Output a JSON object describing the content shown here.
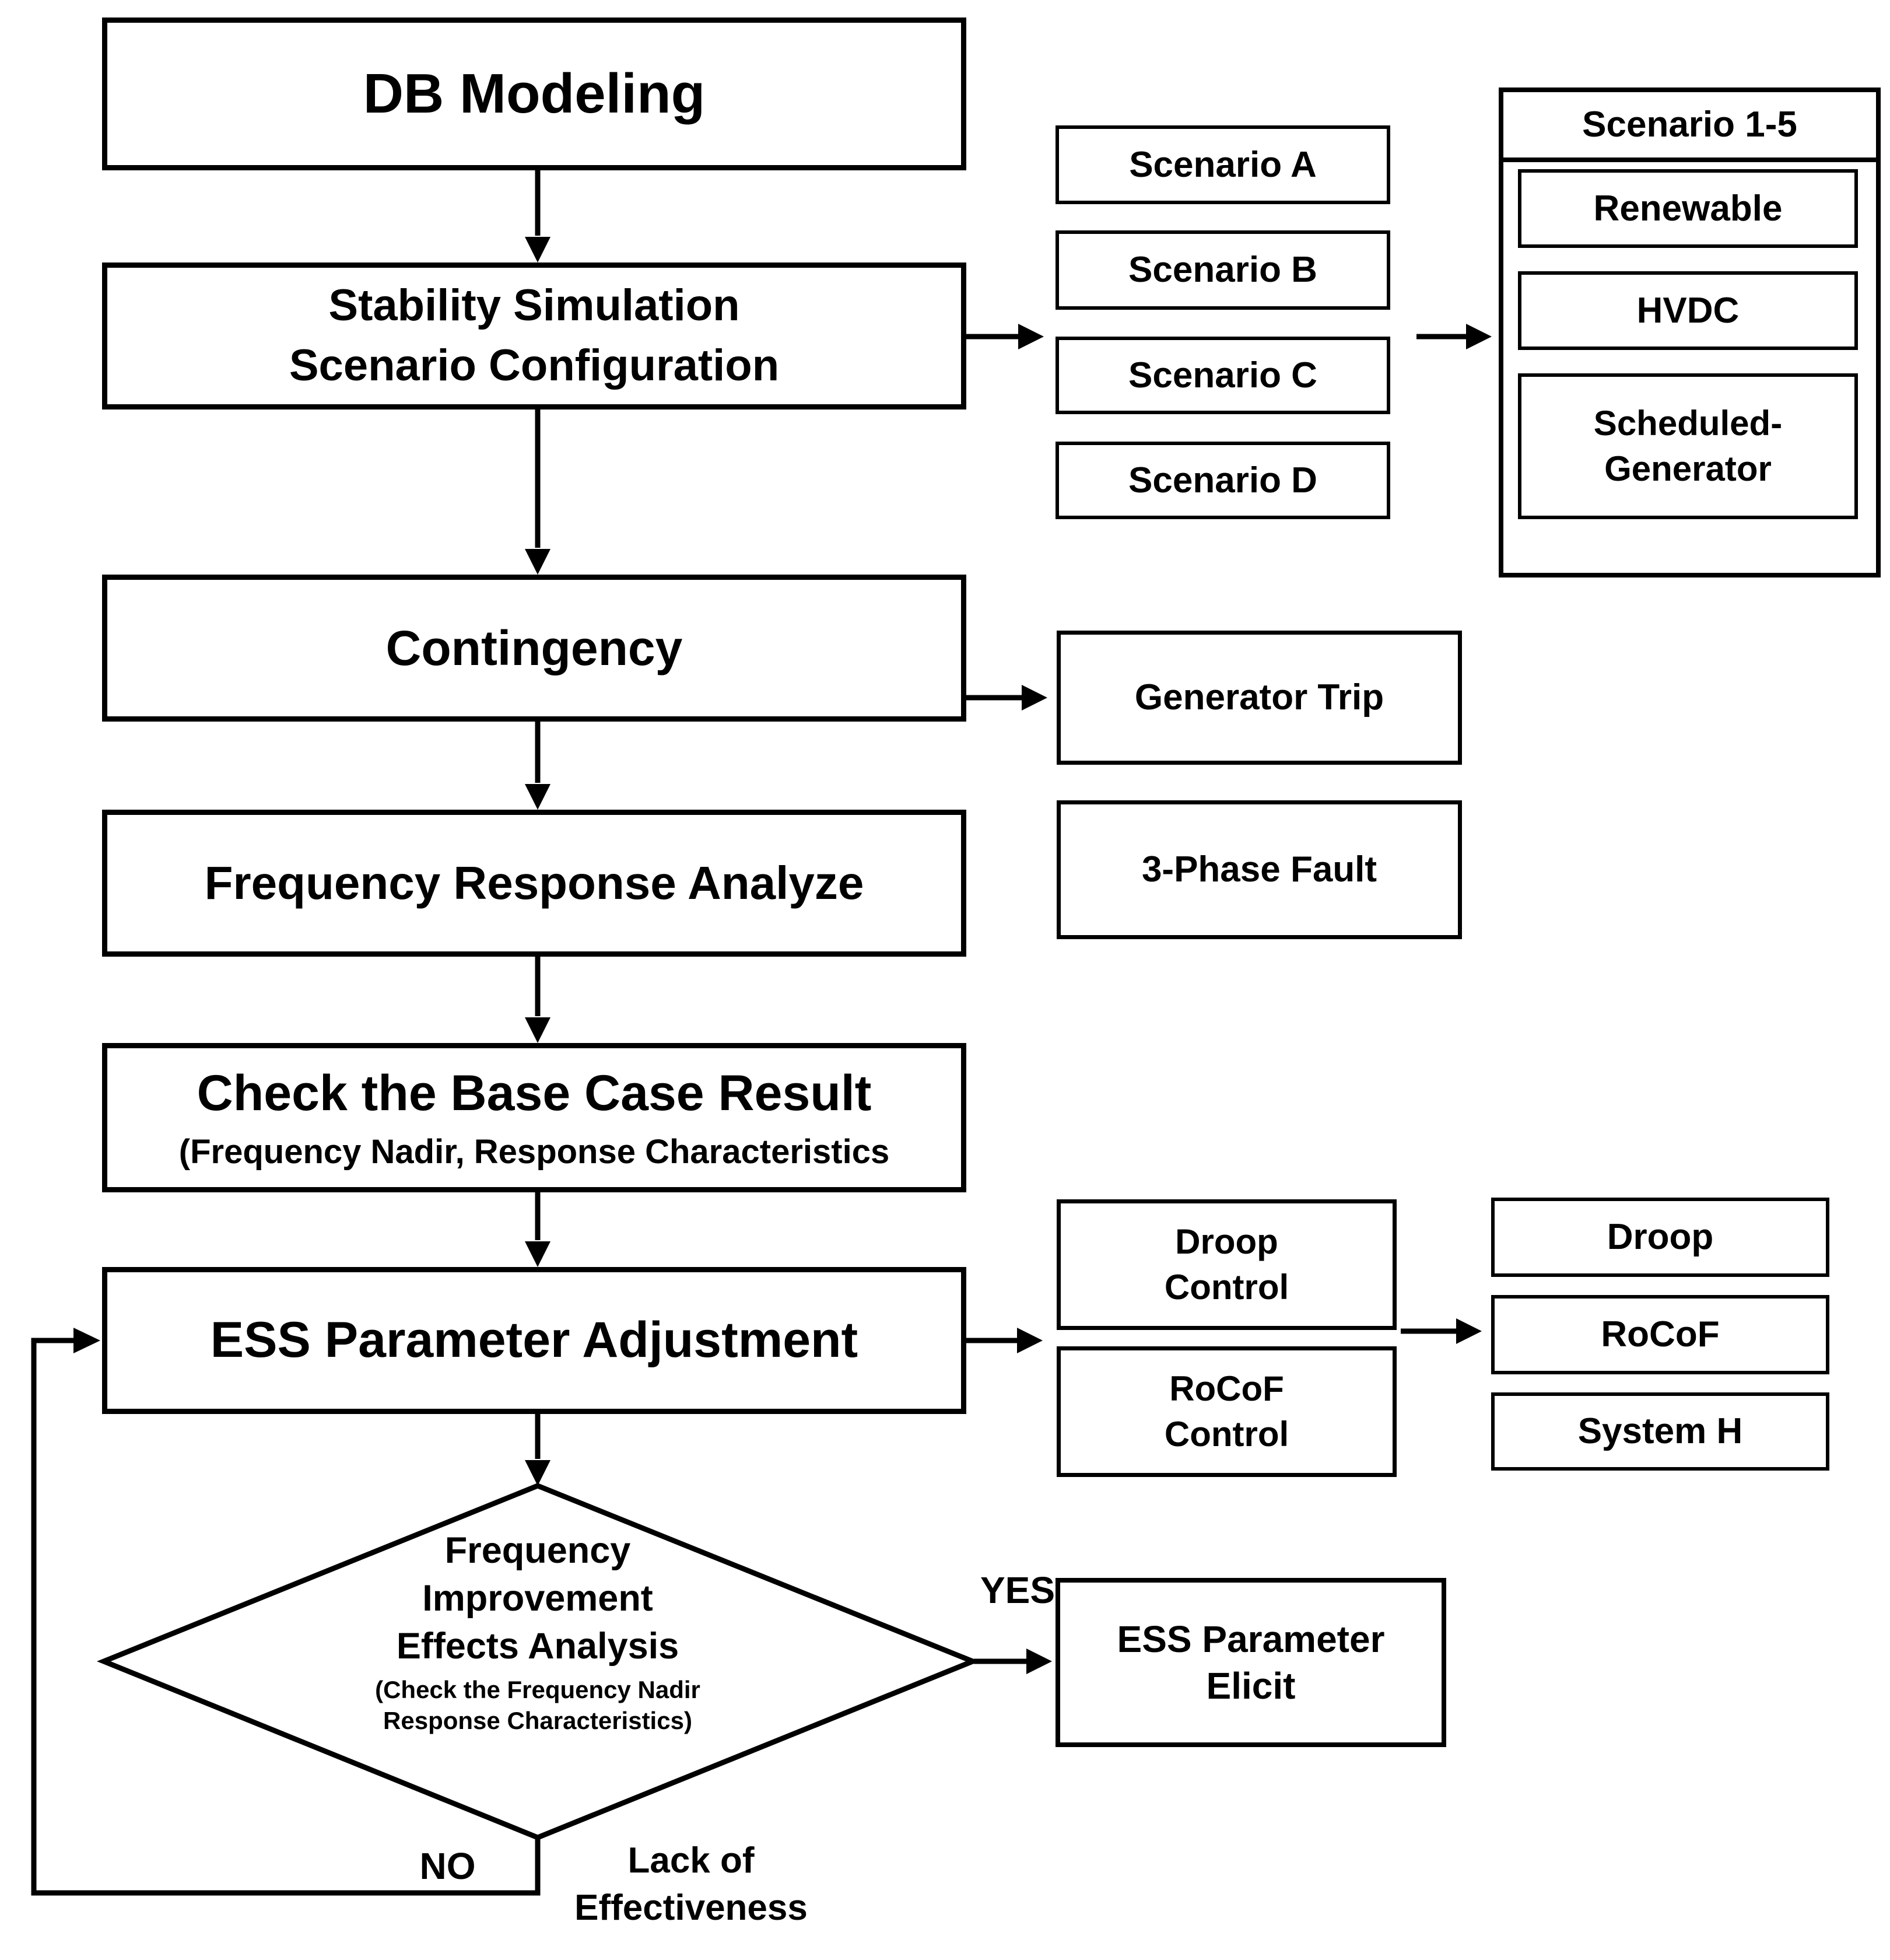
{
  "colors": {
    "background": "#ffffff",
    "line": "#000000",
    "text": "#000000"
  },
  "main_flow": {
    "db_modeling": {
      "label": "DB Modeling"
    },
    "scenario_config": {
      "label": "Stability Simulation\nScenario Configuration"
    },
    "contingency": {
      "label": "Contingency"
    },
    "frequency_response": {
      "label": "Frequency Response Analyze"
    },
    "base_case": {
      "label": "Check the Base Case Result",
      "sublabel": "(Frequency Nadir, Response Characteristics"
    },
    "ess_adjustment": {
      "label": "ESS Parameter Adjustment"
    }
  },
  "scenario_list": {
    "a": "Scenario A",
    "b": "Scenario B",
    "c": "Scenario C",
    "d": "Scenario D"
  },
  "scenario_group": {
    "title": "Scenario 1-5",
    "renewable": "Renewable",
    "hvdc": "HVDC",
    "scheduled_generator": "Scheduled-\nGenerator"
  },
  "contingency_types": {
    "generator_trip": "Generator Trip",
    "three_phase_fault": "3-Phase Fault"
  },
  "ess_controls": {
    "droop_control": "Droop\nControl",
    "rocof_control": "RoCoF\nControl"
  },
  "ess_parameters": {
    "droop": "Droop",
    "rocof": "RoCoF",
    "system_h": "System H"
  },
  "decision": {
    "label": "Frequency\nImprovement\nEffects Analysis",
    "sublabel": "(Check the Frequency Nadir\nResponse Characteristics)",
    "yes_label": "YES",
    "no_label": "NO",
    "no_note": "Lack of\nEffectiveness"
  },
  "result": {
    "label": "ESS Parameter\nElicit"
  }
}
